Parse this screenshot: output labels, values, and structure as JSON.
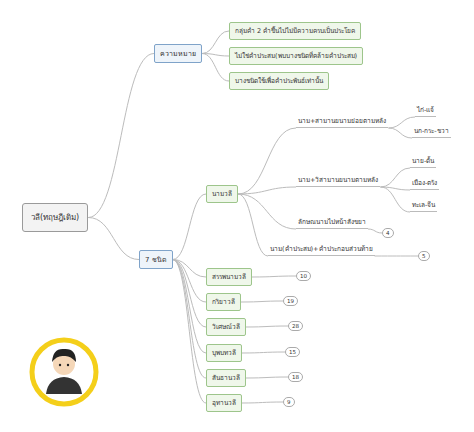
{
  "diagram": {
    "nodes": [
      {
        "text": [
          "วลี(ทฤษฎีเดิม)"
        ]
      },
      {
        "text": [
          "ความหมาย"
        ]
      },
      {
        "text": [
          "กลุ่มคำ 2 คำขึ้นไปไม่มีความครบเป็นประโยค"
        ]
      },
      {
        "text": [
          "ไม่ใช่คำประสม(พบบางชนิดที่คล้ายคำประสม)"
        ]
      },
      {
        "text": [
          "บางชนิดใช้เพื่อคำประพันธ์เท่านั้น"
        ]
      },
      {
        "text": [
          "7 ชนิด"
        ]
      },
      {
        "text": [
          "นามวลี"
        ]
      },
      {
        "text": [
          "นาม+สามานยนามย่อยตามหลัง"
        ]
      },
      {
        "text": [
          "ไก่-แจ้"
        ]
      },
      {
        "text": [
          "นก-กระ-ชวา"
        ]
      },
      {
        "text": [
          "นาม+วิสามานยนามตามหลัง"
        ]
      },
      {
        "text": [
          "นาย-ดั้น"
        ]
      },
      {
        "text": [
          "เมือง-ตรัง"
        ]
      },
      {
        "text": [
          "ทะเล-จีน"
        ]
      },
      {
        "text": [
          "ลักษณนามไปหน้าสังขยา"
        ]
      },
      {
        "text": [
          "4"
        ]
      },
      {
        "text": [
          "นาม(คำประสม)+คำประกอบส่วนท้าย"
        ]
      },
      {
        "text": [
          "5"
        ]
      },
      {
        "text": [
          "สรรพนามวลี"
        ]
      },
      {
        "text": [
          "10"
        ]
      },
      {
        "text": [
          "กริยาวลี"
        ]
      },
      {
        "text": [
          "19"
        ]
      },
      {
        "text": [
          "วิเศษณ์วลี"
        ]
      },
      {
        "text": [
          "28"
        ]
      },
      {
        "text": [
          "บุพบทวลี"
        ]
      },
      {
        "text": [
          "15"
        ]
      },
      {
        "text": [
          "สันธานวลี"
        ]
      },
      {
        "text": [
          "18"
        ]
      },
      {
        "text": [
          "อุทานวลี"
        ]
      },
      {
        "text": [
          "9"
        ]
      }
    ],
    "edges": [
      {
        "from": 0,
        "to": 1,
        "arrow": "none"
      },
      {
        "from": 1,
        "to": 2,
        "arrow": "none"
      },
      {
        "from": 1,
        "to": 3,
        "arrow": "none"
      },
      {
        "from": 1,
        "to": 4,
        "arrow": "none"
      },
      {
        "from": 0,
        "to": 5,
        "arrow": "none"
      },
      {
        "from": 5,
        "to": 6,
        "arrow": "none"
      },
      {
        "from": 6,
        "to": 7,
        "arrow": "none"
      },
      {
        "from": 7,
        "to": 8,
        "arrow": "none"
      },
      {
        "from": 7,
        "to": 9,
        "arrow": "none"
      },
      {
        "from": 6,
        "to": 10,
        "arrow": "none"
      },
      {
        "from": 10,
        "to": 11,
        "arrow": "none"
      },
      {
        "from": 10,
        "to": 12,
        "arrow": "none"
      },
      {
        "from": 10,
        "to": 13,
        "arrow": "none"
      },
      {
        "from": 6,
        "to": 14,
        "arrow": "none"
      },
      {
        "from": 14,
        "to": 15,
        "arrow": "none"
      },
      {
        "from": 6,
        "to": 16,
        "arrow": "none"
      },
      {
        "from": 16,
        "to": 17,
        "arrow": "none"
      },
      {
        "from": 5,
        "to": 18,
        "arrow": "none"
      },
      {
        "from": 18,
        "to": 19,
        "arrow": "none"
      },
      {
        "from": 5,
        "to": 20,
        "arrow": "none"
      },
      {
        "from": 20,
        "to": 21,
        "arrow": "none"
      },
      {
        "from": 5,
        "to": 22,
        "arrow": "none"
      },
      {
        "from": 22,
        "to": 23,
        "arrow": "none"
      },
      {
        "from": 5,
        "to": 24,
        "arrow": "none"
      },
      {
        "from": 24,
        "to": 25,
        "arrow": "none"
      },
      {
        "from": 5,
        "to": 26,
        "arrow": "none"
      },
      {
        "from": 26,
        "to": 27,
        "arrow": "none"
      },
      {
        "from": 5,
        "to": 28,
        "arrow": "none"
      },
      {
        "from": 28,
        "to": 29,
        "arrow": "none"
      }
    ]
  }
}
